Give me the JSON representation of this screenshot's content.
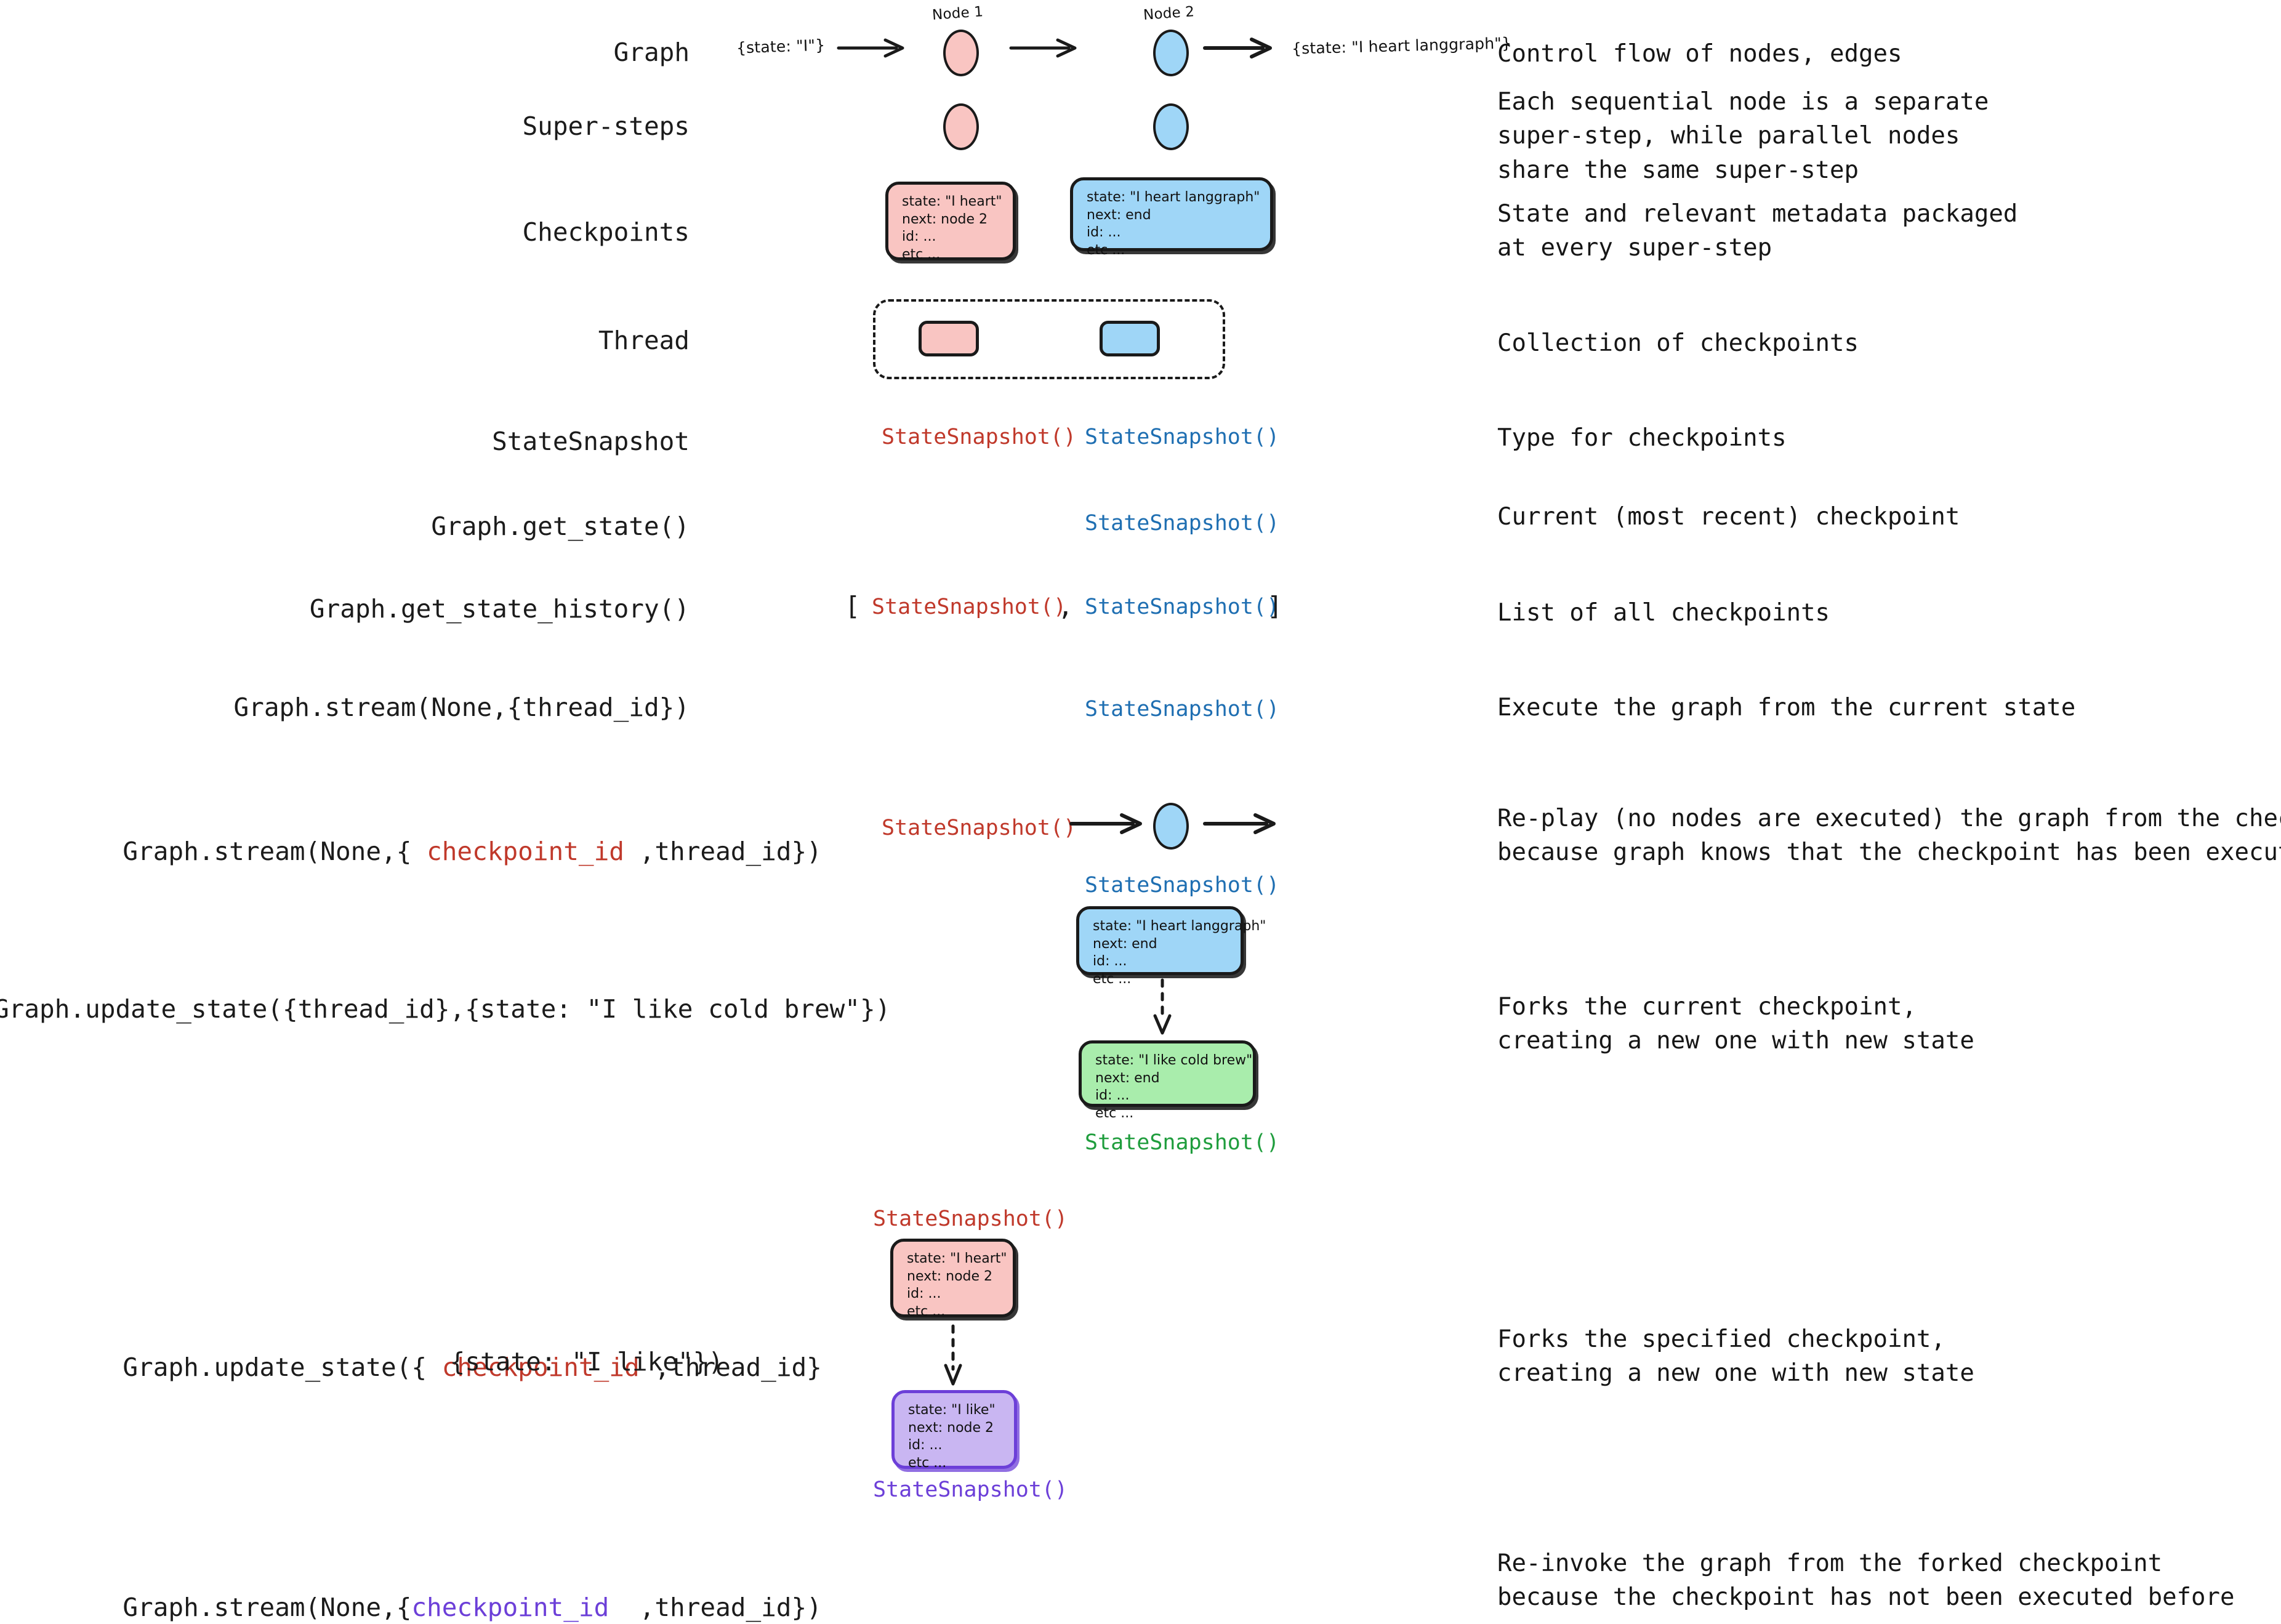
{
  "rows": [
    {
      "label": "Graph",
      "description": "Control flow of nodes, edges"
    },
    {
      "label": "Super-steps",
      "description": "Each sequential node is a separate\nsuper-step, while parallel nodes\nshare the same super-step"
    },
    {
      "label": "Checkpoints",
      "description": "State and relevant metadata packaged\nat every super-step"
    },
    {
      "label": "Thread",
      "description": "Collection of checkpoints"
    },
    {
      "label": "StateSnapshot",
      "description": "Type for checkpoints"
    },
    {
      "label": "Graph.get_state()",
      "description": "Current (most recent) checkpoint"
    },
    {
      "label": "Graph.get_state_history()",
      "description": "List of all checkpoints"
    },
    {
      "label": "Graph.stream(None,{thread_id})",
      "description": "Execute the graph from the current state"
    },
    {
      "label_parts": [
        "Graph.stream(None,{ ",
        "checkpoint_id",
        " ,thread_id})"
      ],
      "description": "Re-play (no nodes are executed) the graph from the checkpoint,\nbecause graph knows that the checkpoint has been executed before"
    },
    {
      "label": "Graph.update_state({thread_id},{state: \"I like cold brew\"})",
      "description": "Forks the current checkpoint,\ncreating a new one with new state"
    },
    {
      "label_parts": [
        "Graph.update_state({ ",
        "checkpoint_id",
        " ,thread_id}"
      ],
      "label_line2": "{state: \"I like\"})",
      "description": "Forks the specified checkpoint,\ncreating a new one with new state"
    },
    {
      "label_parts": [
        "Graph.stream(None,{",
        "checkpoint_id",
        "  ,thread_id})"
      ],
      "description": "Re-invoke the graph from the forked checkpoint\nbecause the checkpoint has not been executed before"
    }
  ],
  "graph_row": {
    "node1_caption": "Node 1",
    "node2_caption": "Node 2",
    "input_state": "{state: \"I\"}",
    "output_state": "{state: \"I heart langgraph\"}"
  },
  "checkpoints": {
    "pink_heart": [
      "state: \"I heart\"",
      "next: node 2",
      "id: ...",
      "etc ..."
    ],
    "blue_langgraph": [
      "state: \"I heart langgraph\"",
      "next: end",
      "id: ...",
      "etc ..."
    ],
    "green_coldbrew": [
      "state: \"I like cold brew\"",
      "next: end",
      "id: ...",
      "etc ..."
    ],
    "purple_ilike": [
      "state: \"I like\"",
      "next: node 2",
      "id: ...",
      "etc ..."
    ]
  },
  "snapshot_label": "StateSnapshot()",
  "list_brackets": {
    "open": "[",
    "comma": ",",
    "close": "]"
  },
  "colors": {
    "pink_fill": "#f9c5c2",
    "blue_fill": "#9fd6f7",
    "green_fill": "#a9edac",
    "purple_fill": "#c9b6f2",
    "red_text": "#c0392b",
    "blue_text": "#1f6fb2",
    "green_text": "#1f9d3d",
    "purple_text": "#6c3fd8",
    "stroke": "#1a1a1a"
  }
}
